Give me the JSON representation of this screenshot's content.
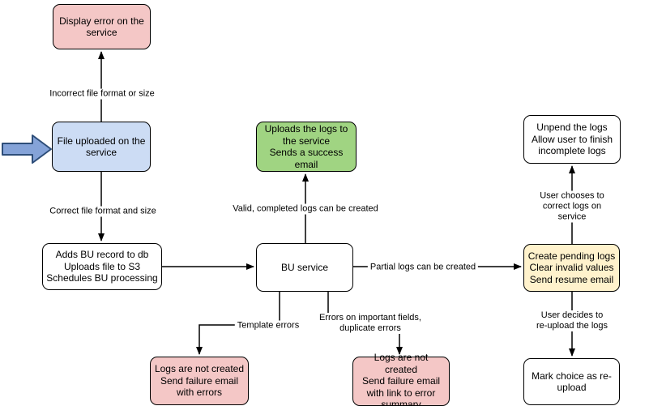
{
  "diagram": {
    "nodes": {
      "display_error": {
        "text": "Display error on the\nservice",
        "fill": "#f4c7c6"
      },
      "file_uploaded": {
        "text": "File uploaded on the\nservice",
        "fill": "#ccdcf4"
      },
      "adds_bu": {
        "text": "Adds BU record to db\nUploads file to S3\nSchedules BU processing",
        "fill": "#ffffff"
      },
      "bu_service": {
        "text": "BU service",
        "fill": "#ffffff"
      },
      "uploads_logs": {
        "text": "Uploads the logs to\nthe service\nSends a success\nemail",
        "fill": "#a0d482"
      },
      "unpend_logs": {
        "text": "Unpend the logs\nAllow user to finish\nincomplete logs",
        "fill": "#ffffff"
      },
      "create_pending": {
        "text": "Create pending logs\nClear invalid values\nSend resume email",
        "fill": "#fff2cc"
      },
      "mark_choice": {
        "text": "Mark choice as re-\nupload",
        "fill": "#ffffff"
      },
      "logs_failure_errors": {
        "text": "Logs are not created\nSend failure email\nwith errors",
        "fill": "#f4c7c6"
      },
      "logs_failure_summary": {
        "text": "Logs are not created\nSend failure email\nwith link to error\nsummary",
        "fill": "#f4c7c6"
      }
    },
    "edge_labels": {
      "incorrect_format": "Incorrect file format or size",
      "correct_format": "Correct file format and size",
      "valid_logs": "Valid, completed logs can be created",
      "partial_logs": "Partial logs can be created",
      "template_errors": "Template errors",
      "important_field_errors": "Errors on important fields,\nduplicate errors",
      "user_corrects": "User chooses to correct logs on service",
      "user_reuploads": "User decides to re-upload the logs"
    },
    "icons": {
      "start_arrow": "block-arrow-right"
    },
    "colors": {
      "node_border": "#000000",
      "edge": "#000000",
      "start_arrow_fill": "#85a3d8",
      "start_arrow_border": "#2e4e79",
      "canvas_bg": "#ffffff"
    }
  }
}
